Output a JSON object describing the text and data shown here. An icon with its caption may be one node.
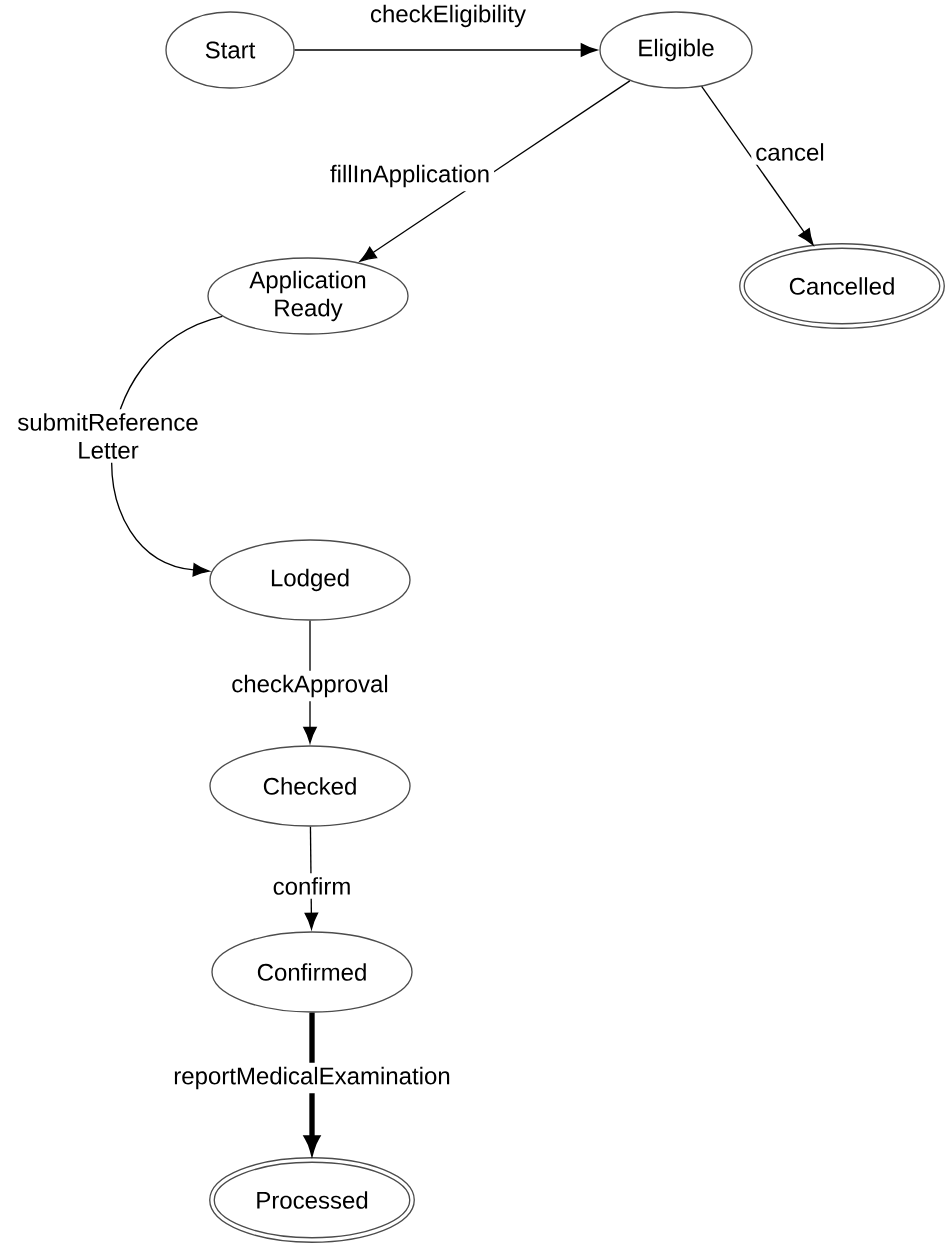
{
  "diagram": {
    "nodes": [
      {
        "text": [
          "Start"
        ]
      },
      {
        "text": [
          "Eligible"
        ]
      },
      {
        "text": [
          "Application Ready"
        ]
      },
      {
        "text": [
          "Cancelled"
        ]
      },
      {
        "text": [
          "Lodged"
        ]
      },
      {
        "text": [
          "Checked"
        ]
      },
      {
        "text": [
          "Confirmed"
        ]
      },
      {
        "text": [
          "Processed"
        ]
      }
    ],
    "edges": [
      {
        "from": 0,
        "to": 1,
        "arrow": "to",
        "label": "checkEligibility"
      },
      {
        "from": 1,
        "to": 2,
        "arrow": "to",
        "label": "fillInApplication"
      },
      {
        "from": 1,
        "to": 3,
        "arrow": "to",
        "label": "cancel"
      },
      {
        "from": 2,
        "to": 4,
        "arrow": "to",
        "label": "submitReference Letter"
      },
      {
        "from": 4,
        "to": 5,
        "arrow": "to",
        "label": "checkApproval"
      },
      {
        "from": 5,
        "to": 6,
        "arrow": "to",
        "label": "confirm"
      },
      {
        "from": 6,
        "to": 7,
        "arrow": "to",
        "label": "reportMedicalExamination",
        "style": "thick"
      }
    ]
  }
}
